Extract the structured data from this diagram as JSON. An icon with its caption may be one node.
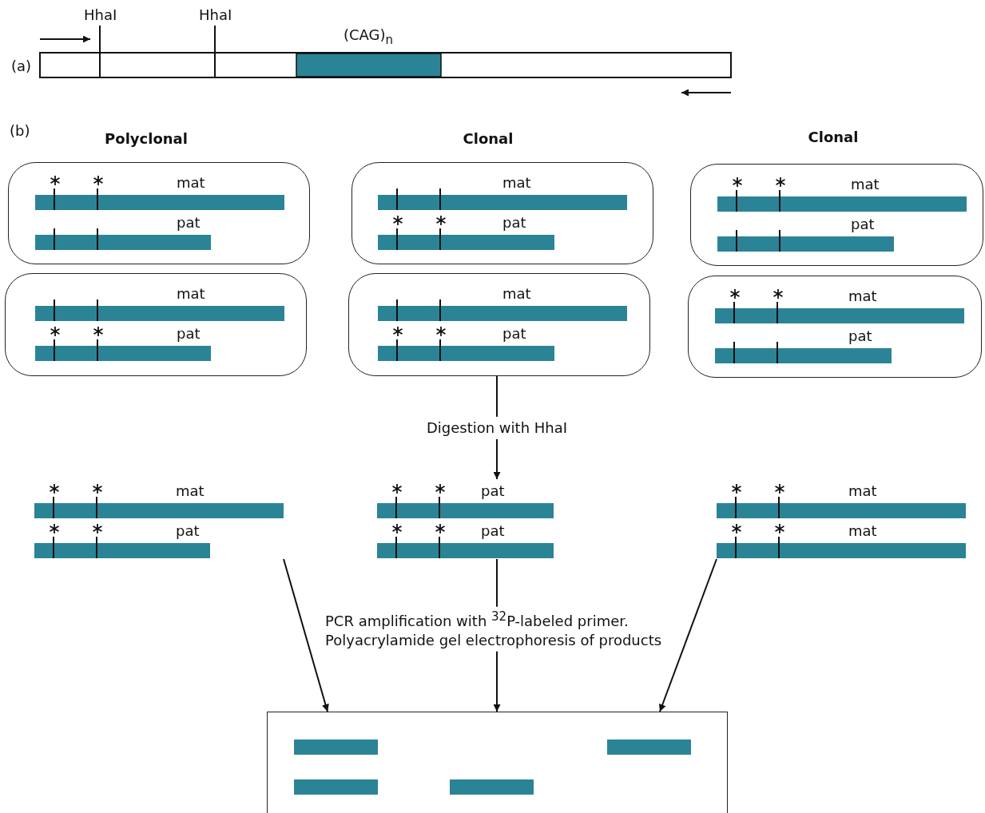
{
  "diagram": {
    "nodes": [
      {
        "text": [
          "mat",
          "pat"
        ]
      },
      {
        "text": [
          "mat",
          "pat"
        ]
      },
      {
        "text": [
          "mat",
          "pat"
        ]
      },
      {
        "text": [
          "mat",
          "pat"
        ]
      },
      {
        "text": [
          "mat",
          "pat"
        ]
      },
      {
        "text": [
          "mat",
          "pat"
        ]
      },
      {
        "text": [
          "mat",
          "pat"
        ]
      },
      {
        "text": [
          "pat",
          "pat"
        ]
      },
      {
        "text": [
          "mat",
          "mat"
        ]
      },
      {
        "text": [],
        "shape": "box"
      },
      {
        "text": [],
        "shape": "bar",
        "in": 9
      },
      {
        "text": [],
        "shape": "bar",
        "in": 9
      },
      {
        "text": [],
        "shape": "bar",
        "in": 9
      },
      {
        "text": [],
        "shape": "bar",
        "in": 9
      }
    ],
    "edges": [
      {
        "from": 4,
        "to": 7,
        "arrow": "to",
        "label": "Digestion with HhaI"
      },
      {
        "from": 6,
        "to": 9,
        "arrow": "to"
      },
      {
        "from": 7,
        "to": 9,
        "arrow": "to",
        "label": "PCR amplification with $^{32}$P-labeled primer. Polyacrylamide gel electrophoresis of products"
      },
      {
        "from": 8,
        "to": 9,
        "arrow": "to"
      }
    ],
    "labels": [
      "(a)",
      "HhaI",
      "HhaI",
      "(CAG)$_{n}$",
      "(b)",
      "Polyclonal",
      "Clonal",
      "Clonal"
    ]
  }
}
